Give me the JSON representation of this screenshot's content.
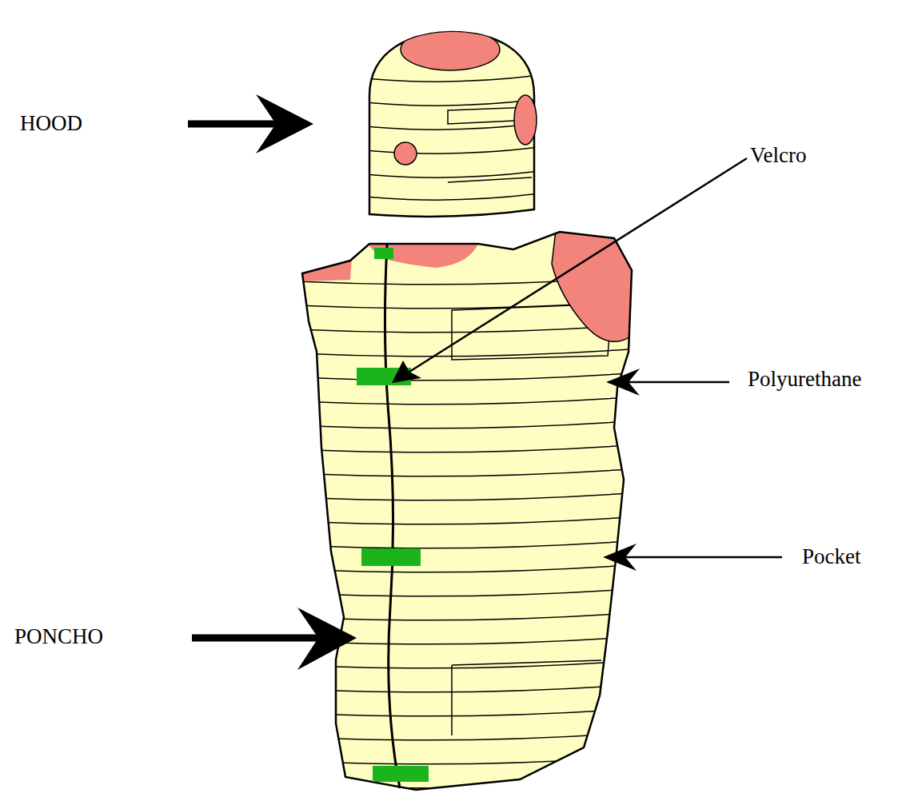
{
  "diagram": {
    "labels": [
      "HOOD",
      "Velcro",
      "Polyurethane",
      "Pocket",
      "PONCHO"
    ]
  }
}
